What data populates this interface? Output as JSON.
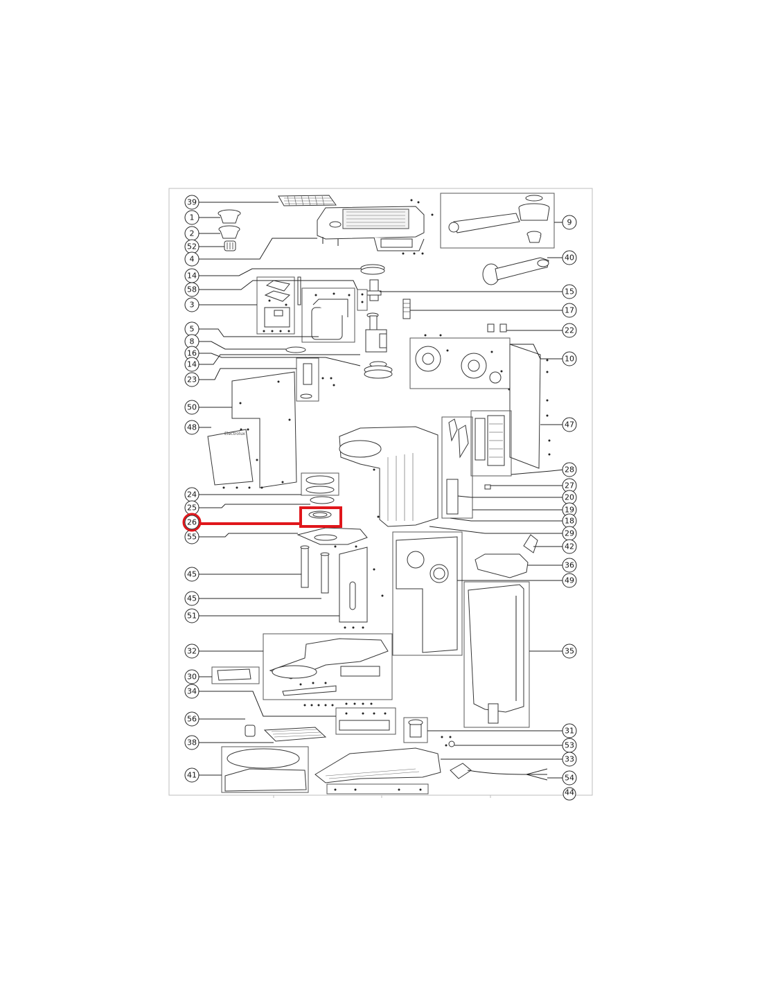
{
  "diagram": {
    "highlight_color": "#e0161b",
    "line_color": "#222222",
    "callouts": [
      {
        "label": "39",
        "side": "left"
      },
      {
        "label": "1",
        "side": "left"
      },
      {
        "label": "2",
        "side": "left"
      },
      {
        "label": "52",
        "side": "left"
      },
      {
        "label": "4",
        "side": "left"
      },
      {
        "label": "14",
        "side": "left"
      },
      {
        "label": "58",
        "side": "left"
      },
      {
        "label": "3",
        "side": "left"
      },
      {
        "label": "5",
        "side": "left"
      },
      {
        "label": "8",
        "side": "left"
      },
      {
        "label": "16",
        "side": "left"
      },
      {
        "label": "14",
        "side": "left"
      },
      {
        "label": "23",
        "side": "left"
      },
      {
        "label": "50",
        "side": "left"
      },
      {
        "label": "48",
        "side": "left"
      },
      {
        "label": "24",
        "side": "left"
      },
      {
        "label": "25",
        "side": "left"
      },
      {
        "label": "26",
        "side": "left",
        "highlighted": true
      },
      {
        "label": "55",
        "side": "left"
      },
      {
        "label": "45",
        "side": "left"
      },
      {
        "label": "45",
        "side": "left"
      },
      {
        "label": "51",
        "side": "left"
      },
      {
        "label": "32",
        "side": "left"
      },
      {
        "label": "30",
        "side": "left"
      },
      {
        "label": "34",
        "side": "left"
      },
      {
        "label": "56",
        "side": "left"
      },
      {
        "label": "38",
        "side": "left"
      },
      {
        "label": "41",
        "side": "left"
      },
      {
        "label": "9",
        "side": "right"
      },
      {
        "label": "40",
        "side": "right"
      },
      {
        "label": "15",
        "side": "right"
      },
      {
        "label": "17",
        "side": "right"
      },
      {
        "label": "22",
        "side": "right"
      },
      {
        "label": "10",
        "side": "right"
      },
      {
        "label": "47",
        "side": "right"
      },
      {
        "label": "28",
        "side": "right"
      },
      {
        "label": "27",
        "side": "right"
      },
      {
        "label": "20",
        "side": "right"
      },
      {
        "label": "19",
        "side": "right"
      },
      {
        "label": "18",
        "side": "right"
      },
      {
        "label": "29",
        "side": "right"
      },
      {
        "label": "42",
        "side": "right"
      },
      {
        "label": "36",
        "side": "right"
      },
      {
        "label": "49",
        "side": "right"
      },
      {
        "label": "35",
        "side": "right"
      },
      {
        "label": "31",
        "side": "right"
      },
      {
        "label": "53",
        "side": "right"
      },
      {
        "label": "33",
        "side": "right"
      },
      {
        "label": "54",
        "side": "right"
      },
      {
        "label": "44",
        "side": "right"
      }
    ]
  }
}
